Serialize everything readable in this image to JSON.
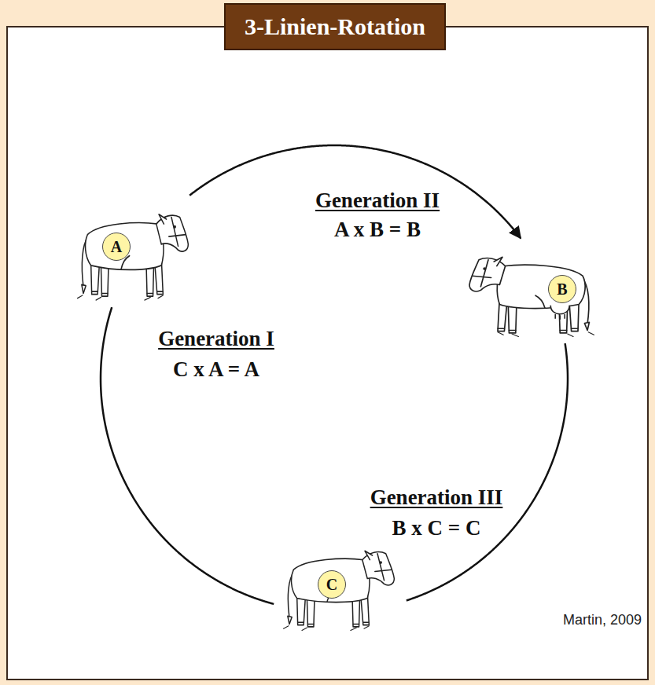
{
  "diagram": {
    "title": "3-Linien-Rotation",
    "nodes": [
      {
        "text": [
          "A"
        ]
      },
      {
        "text": [
          "B"
        ]
      },
      {
        "text": [
          "C"
        ]
      }
    ],
    "edges": [
      {
        "from": 0,
        "to": 1,
        "arrow": "to"
      },
      {
        "from": 1,
        "to": 2,
        "arrow": "none"
      },
      {
        "from": 2,
        "to": 0,
        "arrow": "none"
      }
    ],
    "labels": [
      "Generation II",
      "A x B = B",
      "Generation I",
      "C x A = A",
      "Generation III",
      "B x C = C",
      "Martin, 2009"
    ]
  }
}
